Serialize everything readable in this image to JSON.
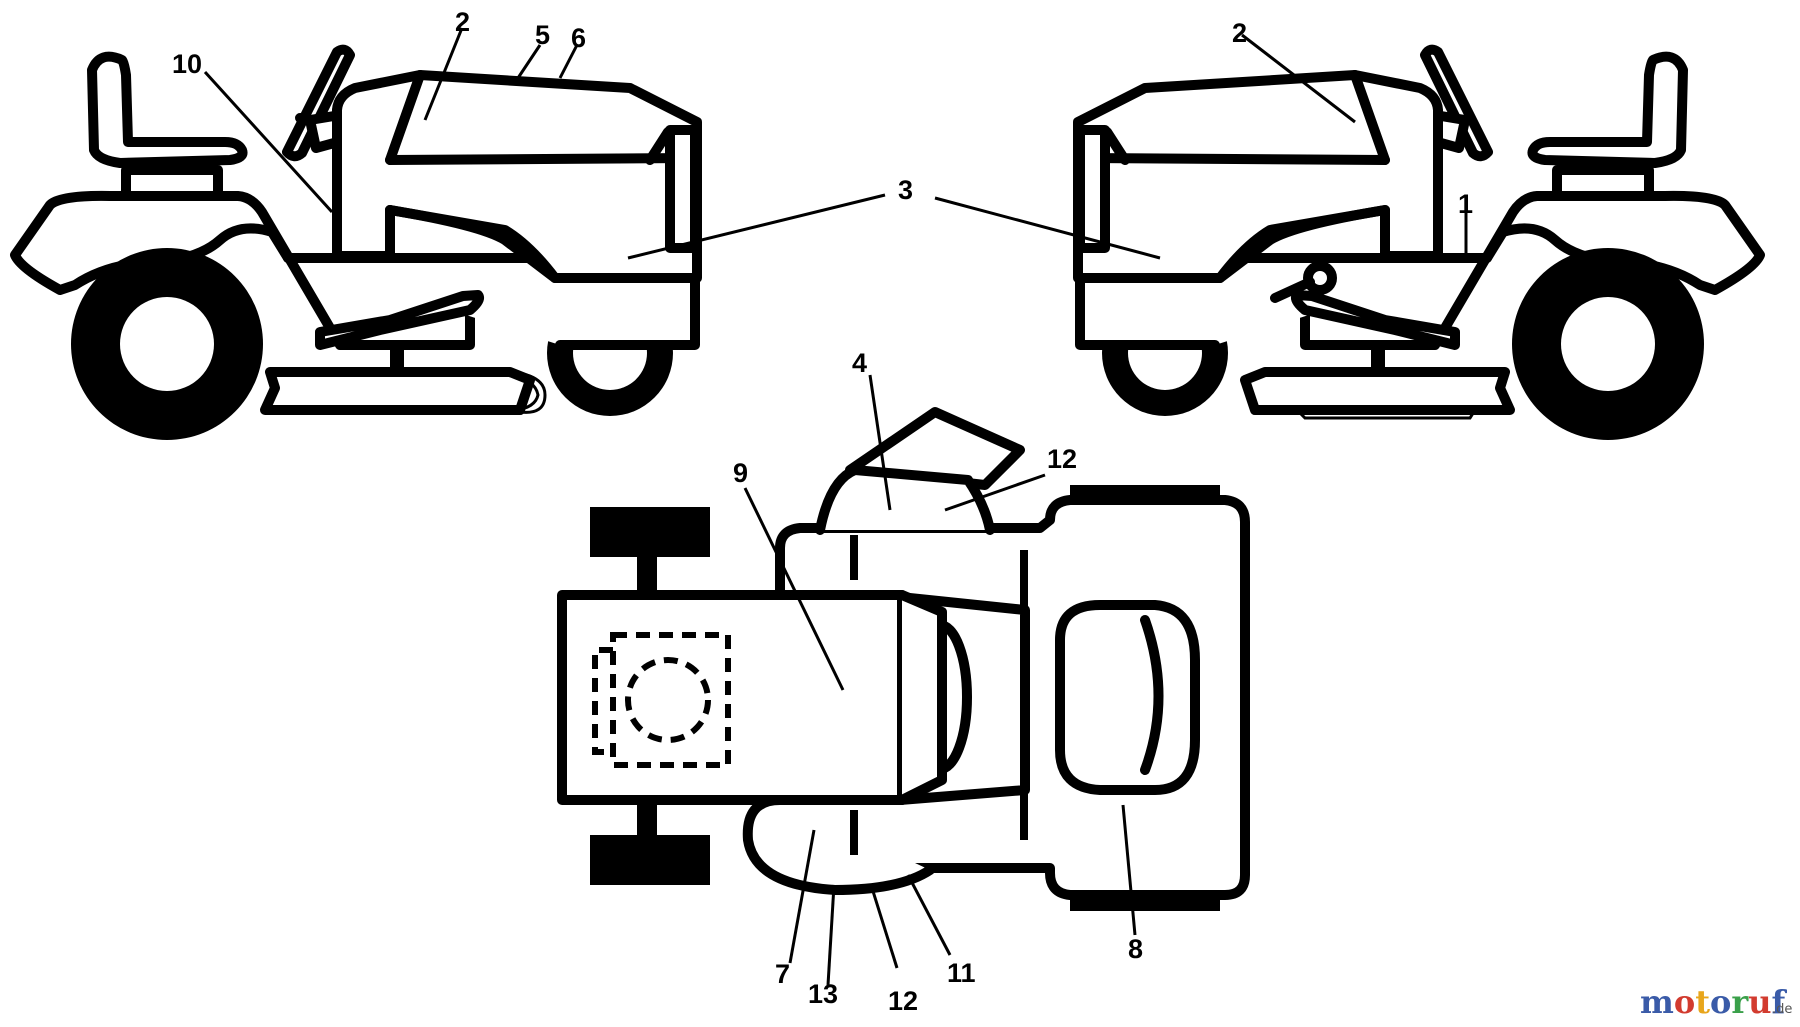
{
  "callouts": {
    "c1": "1",
    "c2a": "2",
    "c2b": "2",
    "c3": "3",
    "c4": "4",
    "c5": "5",
    "c6": "6",
    "c7": "7",
    "c8": "8",
    "c9": "9",
    "c10": "10",
    "c11": "11",
    "c12a": "12",
    "c12b": "12",
    "c13": "13"
  },
  "watermark": {
    "letters": [
      "m",
      "o",
      "t",
      "o",
      "r",
      "u",
      "f"
    ],
    "letter_colors": [
      "#3a5ba8",
      "#d23b2f",
      "#e8a61c",
      "#3a5ba8",
      "#3aa04a",
      "#d23b2f",
      "#3a5ba8"
    ],
    "suffix": ".de"
  }
}
